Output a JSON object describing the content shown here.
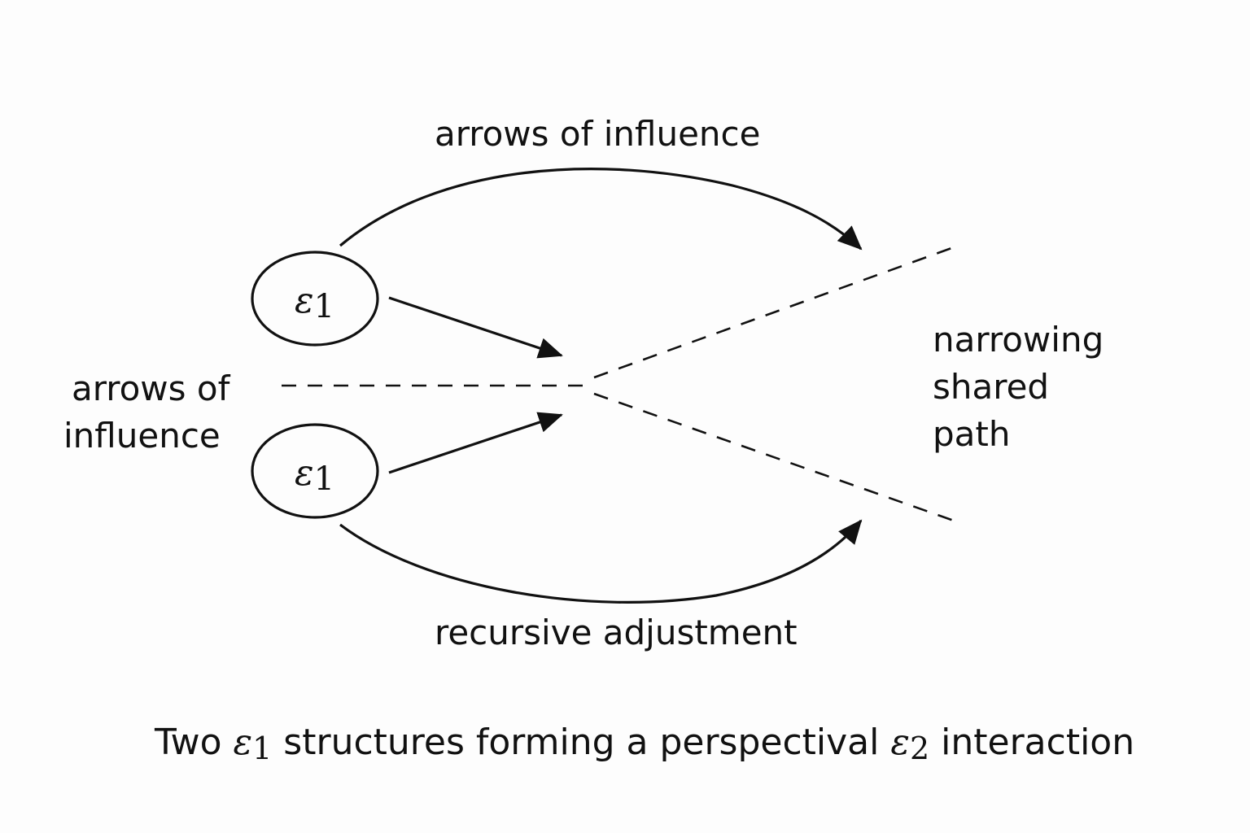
{
  "labels": {
    "top_arc": "arrows of influence",
    "left_line1": "arrows of",
    "left_line2": "influence",
    "right_line1": "narrowing",
    "right_line2": "shared",
    "right_line3": "path",
    "bottom_arc": "recursive adjustment"
  },
  "nodes": [
    {
      "symbol": "ε",
      "subscript": "1"
    },
    {
      "symbol": "ε",
      "subscript": "1"
    }
  ],
  "caption": {
    "prefix": "Two ",
    "sym1": "ε",
    "sub1": "1",
    "middle": " structures forming a perspectival ",
    "sym2": "ε",
    "sub2": "2",
    "suffix": " interaction"
  }
}
